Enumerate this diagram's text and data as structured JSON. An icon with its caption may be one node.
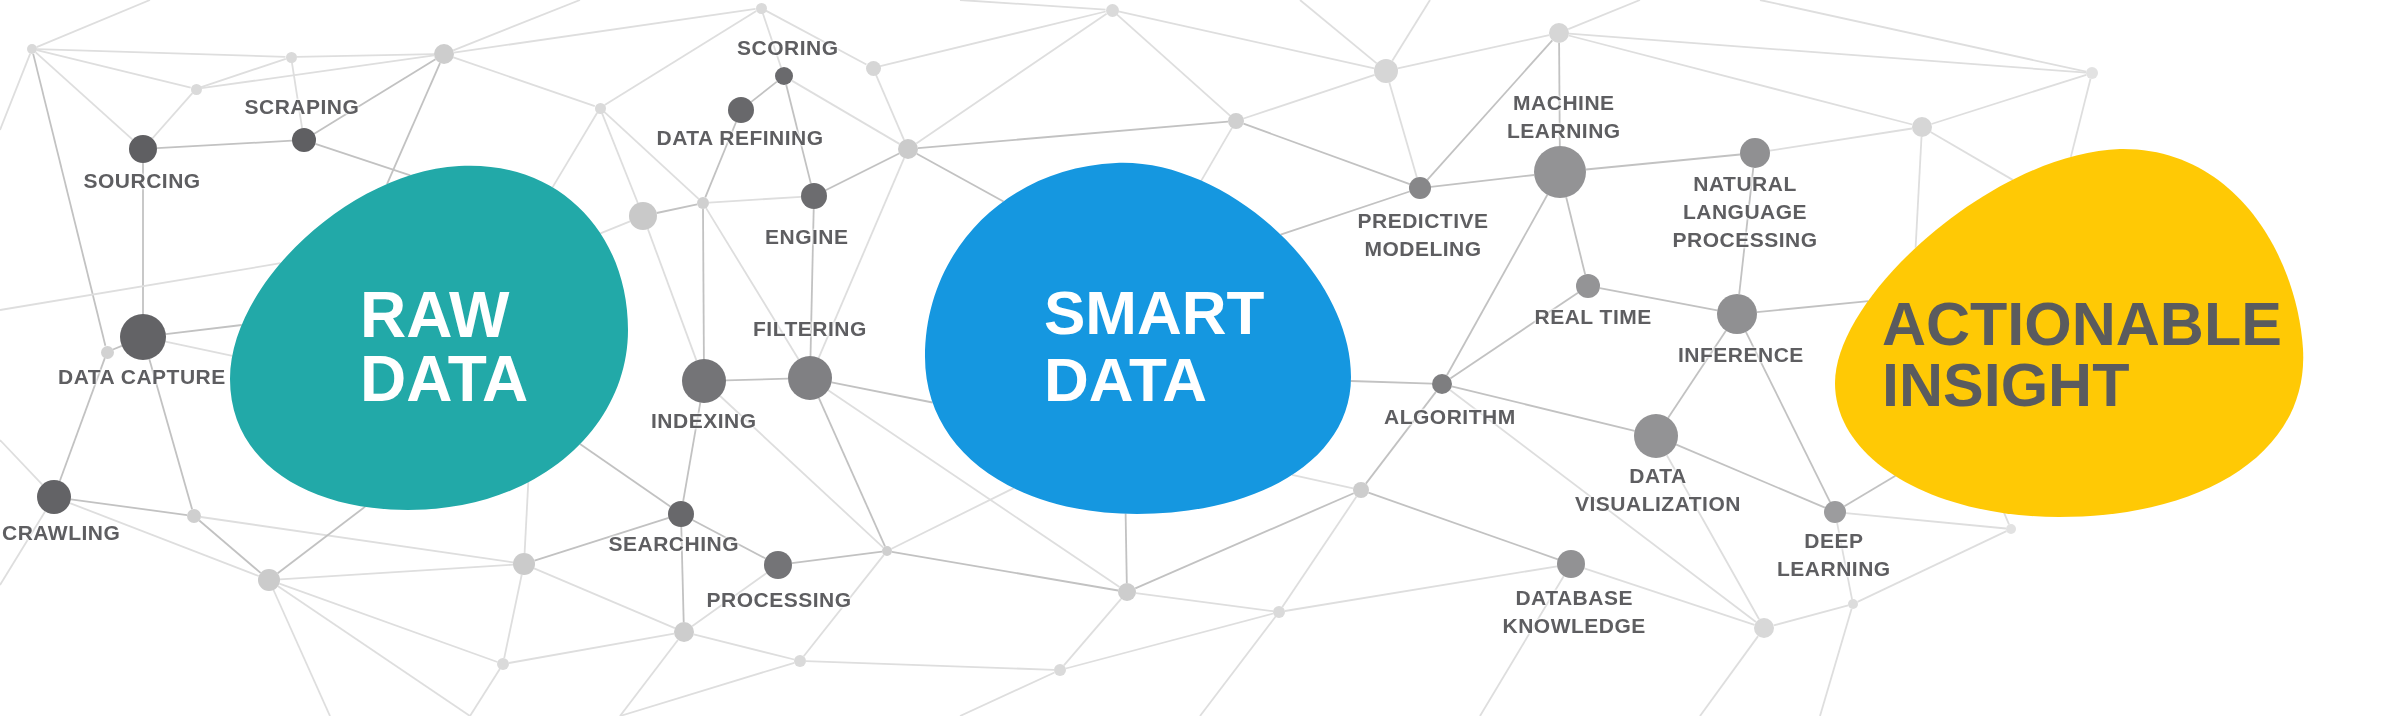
{
  "diagram": {
    "nodes": [
      {
        "text": [],
        "shape": "circle",
        "beside": [
          "SOURCING"
        ]
      },
      {
        "text": [],
        "shape": "circle",
        "beside": [
          "SCRAPING"
        ]
      },
      {
        "text": [],
        "shape": "circle",
        "beside": [
          "DATA CAPTURE"
        ]
      },
      {
        "text": [],
        "shape": "circle",
        "beside": [
          "CRAWLING"
        ]
      },
      {
        "text": [
          "RAW DATA"
        ]
      },
      {
        "text": [],
        "shape": "circle",
        "beside": [
          "SCORING"
        ]
      },
      {
        "text": [],
        "shape": "circle",
        "beside": [
          "DATA REFINING"
        ]
      },
      {
        "text": [],
        "shape": "circle",
        "beside": [
          "ENGINE"
        ]
      },
      {
        "text": [],
        "shape": "circle",
        "beside": [
          "FILTERING"
        ]
      },
      {
        "text": [],
        "shape": "circle",
        "beside": [
          "INDEXING"
        ]
      },
      {
        "text": [],
        "shape": "circle",
        "beside": [
          "SEARCHING"
        ]
      },
      {
        "text": [],
        "shape": "circle",
        "beside": [
          "PROCESSING"
        ]
      },
      {
        "text": [
          "SMART DATA"
        ]
      },
      {
        "text": [],
        "shape": "circle",
        "beside": [
          "PREDICTIVE MODELING"
        ]
      },
      {
        "text": [],
        "shape": "circle",
        "beside": [
          "MACHINE LEARNING"
        ]
      },
      {
        "text": [],
        "shape": "circle",
        "beside": [
          "NATURAL LANGUAGE PROCESSING"
        ]
      },
      {
        "text": [],
        "shape": "circle",
        "beside": [
          "REAL TIME"
        ]
      },
      {
        "text": [],
        "shape": "circle",
        "beside": [
          "INFERENCE"
        ]
      },
      {
        "text": [],
        "shape": "circle",
        "beside": [
          "ALGORITHM"
        ]
      },
      {
        "text": [],
        "shape": "circle",
        "beside": [
          "DATA VISUALIZATION"
        ]
      },
      {
        "text": [],
        "shape": "circle",
        "beside": [
          "DEEP LEARNING"
        ]
      },
      {
        "text": [],
        "shape": "circle",
        "beside": [
          "DATABASE KNOWLEDGE"
        ]
      },
      {
        "text": [
          "ACTIONABLE INSIGHT"
        ]
      },
      {
        "text": [],
        "shape": "circle"
      },
      {
        "text": [],
        "shape": "circle"
      },
      {
        "text": [],
        "shape": "circle"
      },
      {
        "text": [],
        "shape": "circle"
      },
      {
        "text": [],
        "shape": "circle"
      },
      {
        "text": [],
        "shape": "circle"
      },
      {
        "text": [],
        "shape": "circle"
      },
      {
        "text": [],
        "shape": "circle"
      },
      {
        "text": [],
        "shape": "circle"
      },
      {
        "text": [],
        "shape": "circle"
      },
      {
        "text": [],
        "shape": "circle"
      },
      {
        "text": [],
        "shape": "circle"
      },
      {
        "text": [],
        "shape": "circle"
      },
      {
        "text": [],
        "shape": "circle"
      },
      {
        "text": [],
        "shape": "circle"
      },
      {
        "text": [],
        "shape": "circle"
      },
      {
        "text": [],
        "shape": "circle"
      },
      {
        "text": [],
        "shape": "circle"
      },
      {
        "text": [],
        "shape": "circle"
      },
      {
        "text": [],
        "shape": "circle"
      },
      {
        "text": [],
        "shape": "circle"
      },
      {
        "text": [],
        "shape": "circle"
      },
      {
        "text": [],
        "shape": "circle"
      },
      {
        "text": [],
        "shape": "circle"
      },
      {
        "text": [],
        "shape": "circle"
      },
      {
        "text": [],
        "shape": "circle"
      },
      {
        "text": [],
        "shape": "circle"
      },
      {
        "text": [],
        "shape": "circle"
      },
      {
        "text": [],
        "shape": "circle"
      },
      {
        "text": [],
        "shape": "circle"
      },
      {
        "text": [],
        "shape": "circle"
      }
    ],
    "edges": [
      {
        "from": 0,
        "to": 1,
        "arrow": "none",
        "color": "#c2c2c2"
      },
      {
        "from": 0,
        "to": 2,
        "arrow": "none",
        "color": "#c2c2c2"
      },
      {
        "from": 1,
        "to": 4,
        "arrow": "none",
        "color": "#c2c2c2"
      },
      {
        "from": 2,
        "to": 4,
        "arrow": "none",
        "color": "#c2c2c2"
      },
      {
        "from": 5,
        "to": 6,
        "arrow": "none",
        "color": "#c2c2c2"
      },
      {
        "from": 5,
        "to": 7,
        "arrow": "none",
        "color": "#c2c2c2"
      },
      {
        "from": 7,
        "to": 8,
        "arrow": "none",
        "color": "#c2c2c2"
      },
      {
        "from": 9,
        "to": 8,
        "arrow": "none",
        "color": "#c2c2c2"
      },
      {
        "from": 9,
        "to": 10,
        "arrow": "none",
        "color": "#c2c2c2"
      },
      {
        "from": 10,
        "to": 11,
        "arrow": "none",
        "color": "#c2c2c2"
      },
      {
        "from": 10,
        "to": 4,
        "arrow": "none",
        "color": "#c2c2c2"
      },
      {
        "from": 8,
        "to": 12,
        "arrow": "none",
        "color": "#c2c2c2"
      },
      {
        "from": 13,
        "to": 14,
        "arrow": "none",
        "color": "#c2c2c2"
      },
      {
        "from": 13,
        "to": 12,
        "arrow": "none",
        "color": "#c2c2c2"
      },
      {
        "from": 14,
        "to": 15,
        "arrow": "none",
        "color": "#c2c2c2"
      },
      {
        "from": 14,
        "to": 16,
        "arrow": "none",
        "color": "#c2c2c2"
      },
      {
        "from": 14,
        "to": 18,
        "arrow": "none",
        "color": "#c2c2c2"
      },
      {
        "from": 15,
        "to": 17,
        "arrow": "none",
        "color": "#c2c2c2"
      },
      {
        "from": 16,
        "to": 17,
        "arrow": "none",
        "color": "#c2c2c2"
      },
      {
        "from": 16,
        "to": 18,
        "arrow": "none",
        "color": "#c2c2c2"
      },
      {
        "from": 18,
        "to": 12,
        "arrow": "none",
        "color": "#c2c2c2"
      },
      {
        "from": 18,
        "to": 19,
        "arrow": "none",
        "color": "#c2c2c2"
      },
      {
        "from": 17,
        "to": 19,
        "arrow": "none",
        "color": "#c2c2c2"
      },
      {
        "from": 17,
        "to": 20,
        "arrow": "none",
        "color": "#c2c2c2"
      },
      {
        "from": 17,
        "to": 22,
        "arrow": "none",
        "color": "#c2c2c2"
      },
      {
        "from": 19,
        "to": 20,
        "arrow": "none",
        "color": "#c2c2c2"
      },
      {
        "from": 20,
        "to": 22,
        "arrow": "none",
        "color": "#c2c2c2"
      },
      {
        "from": 23,
        "to": 28,
        "arrow": "none"
      },
      {
        "from": 23,
        "to": 26,
        "arrow": "none"
      },
      {
        "from": 23,
        "to": 0,
        "arrow": "none"
      },
      {
        "from": 23,
        "to": 24,
        "arrow": "none",
        "color": "#c2c2c2"
      },
      {
        "from": 23,
        "to": null,
        "arrow": "none"
      },
      {
        "from": 23,
        "to": null,
        "arrow": "none"
      },
      {
        "from": 28,
        "to": 26,
        "arrow": "none"
      },
      {
        "from": 28,
        "to": 29,
        "arrow": "none"
      },
      {
        "from": 28,
        "to": 1,
        "arrow": "none"
      },
      {
        "from": 26,
        "to": 29,
        "arrow": "none"
      },
      {
        "from": 26,
        "to": 0,
        "arrow": "none"
      },
      {
        "from": 29,
        "to": 1,
        "arrow": "none",
        "color": "#c2c2c2"
      },
      {
        "from": 29,
        "to": 4,
        "arrow": "none",
        "color": "#c2c2c2"
      },
      {
        "from": 29,
        "to": 32,
        "arrow": "none"
      },
      {
        "from": 29,
        "to": 36,
        "arrow": "none"
      },
      {
        "from": 29,
        "to": null,
        "arrow": "none"
      },
      {
        "from": 32,
        "to": 36,
        "arrow": "none"
      },
      {
        "from": 32,
        "to": 33,
        "arrow": "none"
      },
      {
        "from": 32,
        "to": 35,
        "arrow": "none"
      },
      {
        "from": 32,
        "to": 4,
        "arrow": "none"
      },
      {
        "from": 33,
        "to": 35,
        "arrow": "none",
        "color": "#c2c2c2"
      },
      {
        "from": 33,
        "to": 4,
        "arrow": "none"
      },
      {
        "from": 33,
        "to": 9,
        "arrow": "none"
      },
      {
        "from": 35,
        "to": 6,
        "arrow": "none",
        "color": "#c2c2c2"
      },
      {
        "from": 35,
        "to": 9,
        "arrow": "none",
        "color": "#c2c2c2"
      },
      {
        "from": 35,
        "to": 7,
        "arrow": "none"
      },
      {
        "from": 35,
        "to": 8,
        "arrow": "none"
      },
      {
        "from": 36,
        "to": 38,
        "arrow": "none"
      },
      {
        "from": 38,
        "to": 40,
        "arrow": "none"
      },
      {
        "from": 38,
        "to": 42,
        "arrow": "none"
      },
      {
        "from": 5,
        "to": 40,
        "arrow": "none"
      },
      {
        "from": 5,
        "to": 36,
        "arrow": "none"
      },
      {
        "from": 40,
        "to": 7,
        "arrow": "none",
        "color": "#c2c2c2"
      },
      {
        "from": 40,
        "to": 12,
        "arrow": "none",
        "color": "#c2c2c2"
      },
      {
        "from": 40,
        "to": 42,
        "arrow": "none"
      },
      {
        "from": 40,
        "to": 44,
        "arrow": "none",
        "color": "#c2c2c2"
      },
      {
        "from": 40,
        "to": 8,
        "arrow": "none"
      },
      {
        "from": 42,
        "to": 44,
        "arrow": "none"
      },
      {
        "from": 42,
        "to": 47,
        "arrow": "none"
      },
      {
        "from": 42,
        "to": null,
        "arrow": "none"
      },
      {
        "from": 44,
        "to": 47,
        "arrow": "none"
      },
      {
        "from": 44,
        "to": 13,
        "arrow": "none",
        "color": "#c2c2c2"
      },
      {
        "from": 44,
        "to": 12,
        "arrow": "none"
      },
      {
        "from": 47,
        "to": 48,
        "arrow": "none"
      },
      {
        "from": 47,
        "to": 13,
        "arrow": "none"
      },
      {
        "from": 47,
        "to": null,
        "arrow": "none"
      },
      {
        "from": 47,
        "to": null,
        "arrow": "none"
      },
      {
        "from": 48,
        "to": 13,
        "arrow": "none",
        "color": "#c2c2c2"
      },
      {
        "from": 48,
        "to": 14,
        "arrow": "none",
        "color": "#c2c2c2"
      },
      {
        "from": 48,
        "to": 51,
        "arrow": "none"
      },
      {
        "from": 48,
        "to": null,
        "arrow": "none"
      },
      {
        "from": 15,
        "to": 51,
        "arrow": "none"
      },
      {
        "from": 51,
        "to": 53,
        "arrow": "none"
      },
      {
        "from": 51,
        "to": 22,
        "arrow": "none"
      },
      {
        "from": 51,
        "to": 22,
        "arrow": "none"
      },
      {
        "from": 53,
        "to": 22,
        "arrow": "none"
      },
      {
        "from": 53,
        "to": 48,
        "arrow": "none"
      },
      {
        "from": 53,
        "to": null,
        "arrow": "none"
      },
      {
        "from": null,
        "to": 4,
        "arrow": "none"
      },
      {
        "from": 2,
        "to": 24,
        "arrow": "none",
        "color": "#c2c2c2"
      },
      {
        "from": 24,
        "to": 3,
        "arrow": "none",
        "color": "#c2c2c2"
      },
      {
        "from": 2,
        "to": 25,
        "arrow": "none",
        "color": "#c2c2c2"
      },
      {
        "from": 2,
        "to": 4,
        "arrow": "none"
      },
      {
        "from": 3,
        "to": null,
        "arrow": "none"
      },
      {
        "from": 3,
        "to": 25,
        "arrow": "none",
        "color": "#c2c2c2"
      },
      {
        "from": 3,
        "to": 27,
        "arrow": "none"
      },
      {
        "from": 3,
        "to": null,
        "arrow": "none"
      },
      {
        "from": 25,
        "to": 27,
        "arrow": "none",
        "color": "#c2c2c2"
      },
      {
        "from": 25,
        "to": 31,
        "arrow": "none"
      },
      {
        "from": 27,
        "to": 4,
        "arrow": "none",
        "color": "#c2c2c2"
      },
      {
        "from": 27,
        "to": 31,
        "arrow": "none"
      },
      {
        "from": 27,
        "to": 30,
        "arrow": "none"
      },
      {
        "from": 27,
        "to": null,
        "arrow": "none"
      },
      {
        "from": 27,
        "to": null,
        "arrow": "none"
      },
      {
        "from": 31,
        "to": 10,
        "arrow": "none",
        "color": "#c2c2c2"
      },
      {
        "from": 31,
        "to": 4,
        "arrow": "none"
      },
      {
        "from": 31,
        "to": 34,
        "arrow": "none"
      },
      {
        "from": 31,
        "to": 30,
        "arrow": "none"
      },
      {
        "from": 34,
        "to": 10,
        "arrow": "none",
        "color": "#c2c2c2"
      },
      {
        "from": 34,
        "to": 11,
        "arrow": "none"
      },
      {
        "from": 34,
        "to": 37,
        "arrow": "none"
      },
      {
        "from": 34,
        "to": 30,
        "arrow": "none"
      },
      {
        "from": 34,
        "to": null,
        "arrow": "none"
      },
      {
        "from": 11,
        "to": 39,
        "arrow": "none",
        "color": "#c2c2c2"
      },
      {
        "from": 39,
        "to": 43,
        "arrow": "none",
        "color": "#c2c2c2"
      },
      {
        "from": 39,
        "to": 8,
        "arrow": "none",
        "color": "#c2c2c2"
      },
      {
        "from": 39,
        "to": 9,
        "arrow": "none"
      },
      {
        "from": 39,
        "to": 12,
        "arrow": "none"
      },
      {
        "from": 39,
        "to": 37,
        "arrow": "none"
      },
      {
        "from": 43,
        "to": 12,
        "arrow": "none",
        "color": "#c2c2c2"
      },
      {
        "from": 43,
        "to": 46,
        "arrow": "none",
        "color": "#c2c2c2"
      },
      {
        "from": 43,
        "to": 45,
        "arrow": "none"
      },
      {
        "from": 43,
        "to": 41,
        "arrow": "none"
      },
      {
        "from": 8,
        "to": 43,
        "arrow": "none"
      },
      {
        "from": 46,
        "to": 18,
        "arrow": "none",
        "color": "#c2c2c2"
      },
      {
        "from": 46,
        "to": 21,
        "arrow": "none",
        "color": "#c2c2c2"
      },
      {
        "from": 46,
        "to": 45,
        "arrow": "none"
      },
      {
        "from": 46,
        "to": 12,
        "arrow": "none"
      },
      {
        "from": 45,
        "to": 21,
        "arrow": "none"
      },
      {
        "from": 45,
        "to": 41,
        "arrow": "none"
      },
      {
        "from": 45,
        "to": null,
        "arrow": "none"
      },
      {
        "from": 41,
        "to": 37,
        "arrow": "none"
      },
      {
        "from": 41,
        "to": null,
        "arrow": "none"
      },
      {
        "from": 37,
        "to": null,
        "arrow": "none"
      },
      {
        "from": 30,
        "to": null,
        "arrow": "none"
      },
      {
        "from": 21,
        "to": 49,
        "arrow": "none"
      },
      {
        "from": 18,
        "to": 49,
        "arrow": "none"
      },
      {
        "from": 19,
        "to": 49,
        "arrow": "none"
      },
      {
        "from": 21,
        "to": null,
        "arrow": "none"
      },
      {
        "from": 49,
        "to": 50,
        "arrow": "none"
      },
      {
        "from": 50,
        "to": 52,
        "arrow": "none"
      },
      {
        "from": 50,
        "to": 20,
        "arrow": "none"
      },
      {
        "from": 52,
        "to": 20,
        "arrow": "none"
      },
      {
        "from": 50,
        "to": null,
        "arrow": "none"
      },
      {
        "from": 49,
        "to": null,
        "arrow": "none"
      },
      {
        "from": 52,
        "to": 22,
        "arrow": "none"
      }
    ]
  }
}
